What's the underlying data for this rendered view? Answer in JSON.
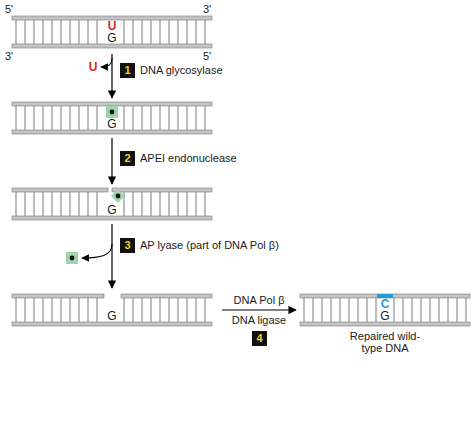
{
  "diagram": {
    "nodes": [
      {
        "text": [
          "1"
        ]
      },
      {
        "text": [
          "2"
        ]
      },
      {
        "text": [
          "3"
        ]
      },
      {
        "text": [
          "4"
        ]
      }
    ],
    "labels": [
      "5'",
      "3'",
      "3'",
      "5'",
      "U",
      "G",
      "U",
      "DNA glycosylase",
      "G",
      "APEI endonuclease",
      "G",
      "AP lyase (part of DNA Pol β)",
      "G",
      "DNA Pol β",
      "DNA ligase",
      "C",
      "G",
      "Repaired wild-type DNA"
    ]
  }
}
